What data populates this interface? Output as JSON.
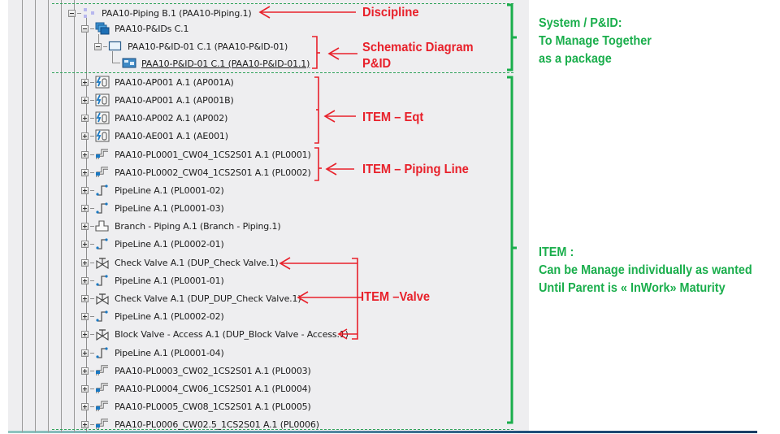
{
  "tree": {
    "rows": [
      {
        "label": "PAA10-Piping B.1 (PAA10-Piping.1)",
        "icon": "discipline-icon",
        "expander": "minus"
      },
      {
        "label": "PAA10-P&IDs C.1",
        "icon": "pid-folder-icon",
        "expander": "minus"
      },
      {
        "label": "PAA10-P&ID-01 C.1 (PAA10-P&ID-01)",
        "icon": "diagram-frame-icon",
        "expander": "minus"
      },
      {
        "label": "PAA10-P&ID-01 C.1 (PAA10-P&ID-01.1)",
        "icon": "diagram-sheet-icon",
        "expander": "none"
      },
      {
        "label": "PAA10-AP001 A.1 (AP001A)",
        "icon": "equipment-icon",
        "expander": "plus"
      },
      {
        "label": "PAA10-AP001 A.1 (AP001B)",
        "icon": "equipment-icon",
        "expander": "plus"
      },
      {
        "label": "PAA10-AP002 A.1 (AP002)",
        "icon": "equipment-icon",
        "expander": "plus"
      },
      {
        "label": "PAA10-AE001 A.1 (AE001)",
        "icon": "equipment-icon",
        "expander": "plus"
      },
      {
        "label": "PAA10-PL0001_CW04_1CS2S01 A.1 (PL0001)",
        "icon": "piping-line-icon",
        "expander": "plus"
      },
      {
        "label": "PAA10-PL0002_CW04_1CS2S01 A.1 (PL0002)",
        "icon": "piping-line-icon",
        "expander": "plus"
      },
      {
        "label": "PipeLine A.1 (PL0001-02)",
        "icon": "pipeline-icon",
        "expander": "plus"
      },
      {
        "label": "PipeLine A.1 (PL0001-03)",
        "icon": "pipeline-icon",
        "expander": "plus"
      },
      {
        "label": "Branch - Piping A.1 (Branch - Piping.1)",
        "icon": "branch-icon",
        "expander": "plus"
      },
      {
        "label": "PipeLine A.1 (PL0002-01)",
        "icon": "pipeline-icon",
        "expander": "plus"
      },
      {
        "label": "Check Valve A.1 (DUP_Check Valve.1)",
        "icon": "valve-icon",
        "expander": "plus"
      },
      {
        "label": "PipeLine A.1 (PL0001-01)",
        "icon": "pipeline-icon",
        "expander": "plus"
      },
      {
        "label": "Check Valve A.1 (DUP_DUP_Check Valve.1)",
        "icon": "valve-icon",
        "expander": "plus"
      },
      {
        "label": "PipeLine A.1 (PL0002-02)",
        "icon": "pipeline-icon",
        "expander": "plus"
      },
      {
        "label": "Block Valve - Access A.1 (DUP_Block Valve - Access.1)",
        "icon": "valve-icon",
        "expander": "plus"
      },
      {
        "label": "PipeLine A.1 (PL0001-04)",
        "icon": "pipeline-icon",
        "expander": "plus"
      },
      {
        "label": "PAA10-PL0003_CW02_1CS2S01 A.1 (PL0003)",
        "icon": "piping-line-icon",
        "expander": "plus"
      },
      {
        "label": "PAA10-PL0004_CW06_1CS2S01 A.1 (PL0004)",
        "icon": "piping-line-icon",
        "expander": "plus"
      },
      {
        "label": "PAA10-PL0005_CW08_1CS2S01 A.1 (PL0005)",
        "icon": "piping-line-icon",
        "expander": "plus"
      },
      {
        "label": "PAA10-PL0006_CW02.5_1CS2S01 A.1 (PL0006)",
        "icon": "piping-line-icon",
        "expander": "plus"
      }
    ]
  },
  "annotations": {
    "discipline": "Discipline",
    "schematic_line1": "Schematic Diagram",
    "schematic_line2": "P&ID",
    "item_eqt": "ITEM – Eqt",
    "item_piping_line": "ITEM – Piping Line",
    "item_valve": "ITEM –Valve"
  },
  "notes": {
    "system": {
      "line1": "System / P&ID:",
      "line2": "To Manage Together",
      "line3": "as a package"
    },
    "item": {
      "line1": "ITEM :",
      "line2": "Can be Manage individually as wanted",
      "line3": "Until Parent is « InWork» Maturity"
    }
  },
  "colors": {
    "annotation_red": "#e8202a",
    "annotation_green": "#1aae4c",
    "panel_bg": "#eeeef0"
  }
}
